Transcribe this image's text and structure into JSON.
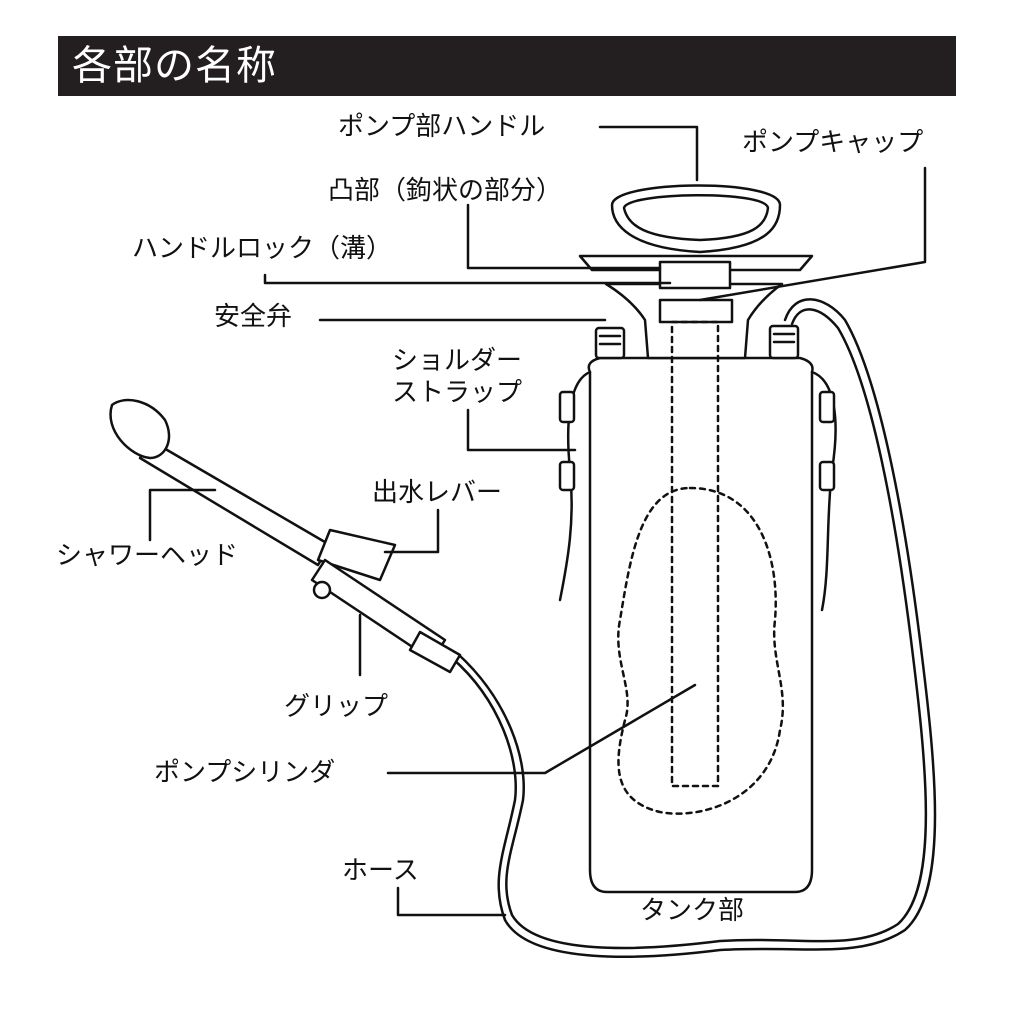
{
  "title": "各部の名称",
  "labels": {
    "pump_handle": "ポンプ部ハンドル",
    "pump_cap": "ポンプキャップ",
    "convex": "凸部（鉤状の部分）",
    "handle_lock": "ハンドルロック（溝）",
    "safety_valve": "安全弁",
    "shoulder_strap_1": "ショルダー",
    "shoulder_strap_2": "ストラップ",
    "water_lever": "出水レバー",
    "shower_head": "シャワーヘッド",
    "grip": "グリップ",
    "pump_cylinder": "ポンプシリンダ",
    "hose": "ホース",
    "tank": "タンク部"
  }
}
